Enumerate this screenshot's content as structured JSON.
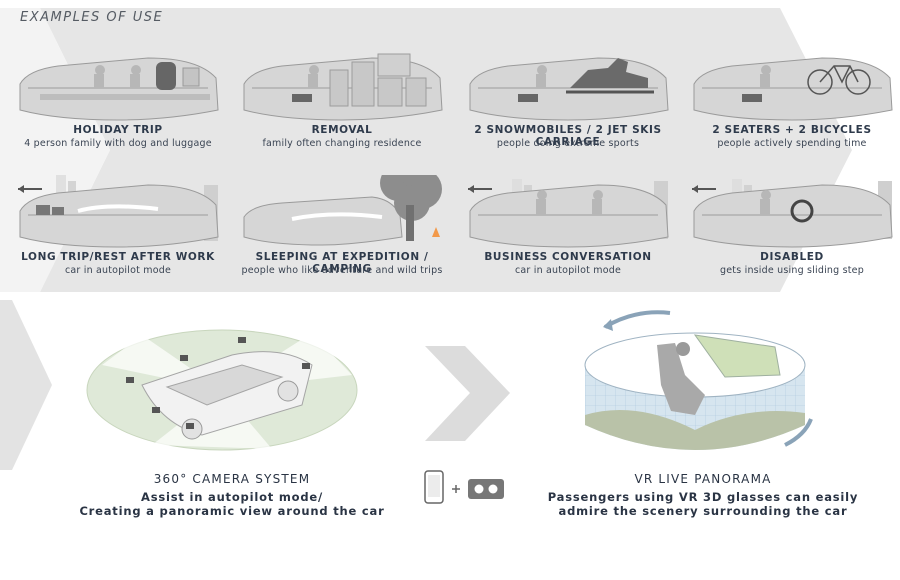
{
  "section_title": "EXAMPLES OF USE",
  "examples": [
    {
      "title": "HOLIDAY TRIP",
      "subtitle": "4 person family with dog and luggage"
    },
    {
      "title": "REMOVAL",
      "subtitle": "family often changing residence"
    },
    {
      "title": "2 SNOWMOBILES / 2 JET SKIS CARRIAGE",
      "subtitle": "people doing extreme sports"
    },
    {
      "title": "2 SEATERS + 2 BICYCLES",
      "subtitle": "people actively spending time"
    },
    {
      "title": "LONG TRIP/REST AFTER WORK",
      "subtitle": "car in autopilot mode"
    },
    {
      "title": "SLEEPING AT EXPEDITION / CAMPING",
      "subtitle": "people who like adventure and wild trips"
    },
    {
      "title": "BUSINESS CONVERSATION",
      "subtitle": "car in autopilot mode"
    },
    {
      "title": "DISABLED",
      "subtitle": "gets inside using sliding step"
    }
  ],
  "features": {
    "camera": {
      "title": "360° CAMERA SYSTEM",
      "subtitle_line1": "Assist in autopilot mode/",
      "subtitle_line2": "Creating a panoramic view around the car"
    },
    "vr": {
      "title": "VR LIVE PANORAMA",
      "subtitle_line1": "Passengers using VR 3D glasses can easily",
      "subtitle_line2": "admire the scenery surrounding the car"
    }
  },
  "icons": [
    "smartphone-icon",
    "plus-icon",
    "vr-glasses-icon"
  ],
  "colors": {
    "band": "#e4e4e4",
    "car": "#d3d3d3",
    "camera_field": "#dbe8d2",
    "text": "#2e3746"
  }
}
